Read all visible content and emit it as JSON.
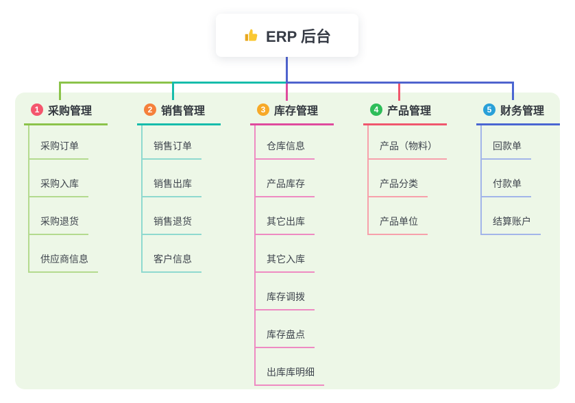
{
  "root": {
    "title": "ERP 后台",
    "icon": "thumbs-up"
  },
  "panel": {
    "background": "#edf7e7"
  },
  "connector": {
    "stem_color": "#4f63ce",
    "segment_colors": [
      "#8bc34a",
      "#16bcab",
      "#4f63ce"
    ]
  },
  "branches": [
    {
      "number": "1",
      "label": "采购管理",
      "badge_color": "#f4566d",
      "line_color": "#8bc34a",
      "child_line_color": "#b3da8e",
      "children": [
        "采购订单",
        "采购入库",
        "采购退货",
        "供应商信息"
      ]
    },
    {
      "number": "2",
      "label": "销售管理",
      "badge_color": "#f5803b",
      "line_color": "#16bcab",
      "child_line_color": "#8ed9cf",
      "children": [
        "销售订单",
        "销售出库",
        "销售退货",
        "客户信息"
      ]
    },
    {
      "number": "3",
      "label": "库存管理",
      "badge_color": "#f7a928",
      "line_color": "#df4a9d",
      "child_line_color": "#ee8ac2",
      "children": [
        "仓库信息",
        "产品库存",
        "其它出库",
        "其它入库",
        "库存调拨",
        "库存盘点",
        "出库库明细"
      ]
    },
    {
      "number": "4",
      "label": "产品管理",
      "badge_color": "#2ebd59",
      "line_color": "#f0566d",
      "child_line_color": "#f7a0ab",
      "children": [
        "产品（物料）",
        "产品分类",
        "产品单位"
      ]
    },
    {
      "number": "5",
      "label": "财务管理",
      "badge_color": "#29a0d8",
      "line_color": "#4a66d2",
      "child_line_color": "#a2b5e9",
      "children": [
        "回款单",
        "付款单",
        "结算账户"
      ]
    }
  ]
}
